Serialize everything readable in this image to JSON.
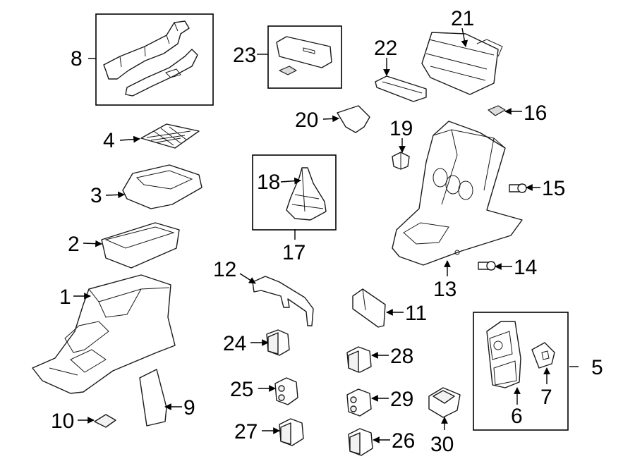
{
  "callouts": {
    "c1": "1",
    "c2": "2",
    "c3": "3",
    "c4": "4",
    "c5": "5",
    "c6": "6",
    "c7": "7",
    "c8": "8",
    "c9": "9",
    "c10": "10",
    "c11": "11",
    "c12": "12",
    "c13": "13",
    "c14": "14",
    "c15": "15",
    "c16": "16",
    "c17": "17",
    "c18": "18",
    "c19": "19",
    "c20": "20",
    "c21": "21",
    "c22": "22",
    "c23": "23",
    "c24": "24",
    "c25": "25",
    "c26": "26",
    "c27": "27",
    "c28": "28",
    "c29": "29",
    "c30": "30"
  },
  "colors": {
    "line": "#1a1a1a",
    "background": "#ffffff",
    "shade": "#dcdcdc"
  }
}
